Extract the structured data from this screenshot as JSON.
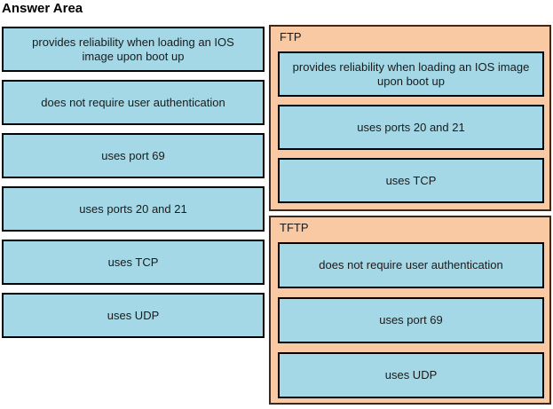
{
  "title": "Answer Area",
  "source_items": [
    "provides reliability when loading an IOS image upon boot up",
    "does not require user authentication",
    "uses port 69",
    "uses ports 20 and 21",
    "uses TCP",
    "uses UDP"
  ],
  "targets": [
    {
      "label": "FTP",
      "items": [
        "provides reliability when loading an IOS image upon boot up",
        "uses ports 20 and 21",
        "uses TCP"
      ]
    },
    {
      "label": "TFTP",
      "items": [
        "does not require user authentication",
        "uses port 69",
        "uses UDP"
      ]
    }
  ],
  "colors": {
    "item_bg": "#a5d8e6",
    "item_border": "#000000",
    "target_bg": "#f9c9a3",
    "target_border": "#3f2817",
    "text": "#1a1a1a",
    "page_bg": "#ffffff"
  }
}
